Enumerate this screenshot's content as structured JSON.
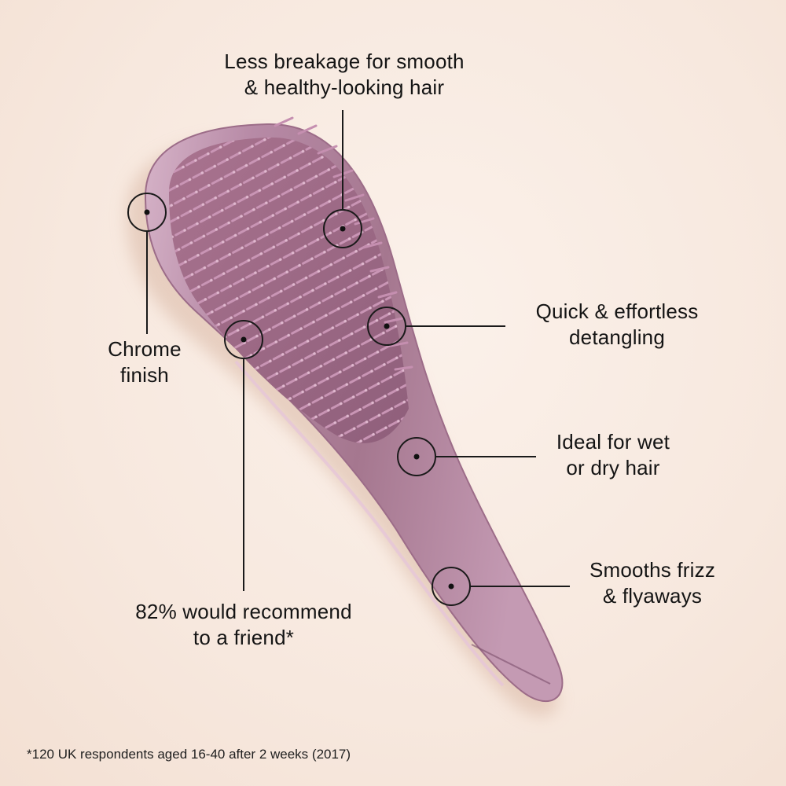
{
  "callouts": [
    {
      "id": "less-breakage",
      "lines": [
        "Less breakage for smooth",
        "& healthy-looking hair"
      ]
    },
    {
      "id": "chrome-finish",
      "lines": [
        "Chrome",
        "finish"
      ]
    },
    {
      "id": "quick-detangling",
      "lines": [
        "Quick & effortless",
        "detangling"
      ]
    },
    {
      "id": "wet-or-dry",
      "lines": [
        "Ideal for wet",
        "or dry hair"
      ]
    },
    {
      "id": "smooths-frizz",
      "lines": [
        "Smooths frizz",
        "& flyaways"
      ]
    },
    {
      "id": "recommend",
      "lines": [
        "82% would recommend",
        "to a friend*"
      ]
    }
  ],
  "footnote": "*120 UK respondents aged 16-40 after 2 weeks (2017)",
  "colors": {
    "background": "#f8ebe2",
    "brush_body": "#b98aa6",
    "brush_dark": "#8e5f7d",
    "bristles": "#c08fae",
    "line": "#1a1a1a"
  }
}
